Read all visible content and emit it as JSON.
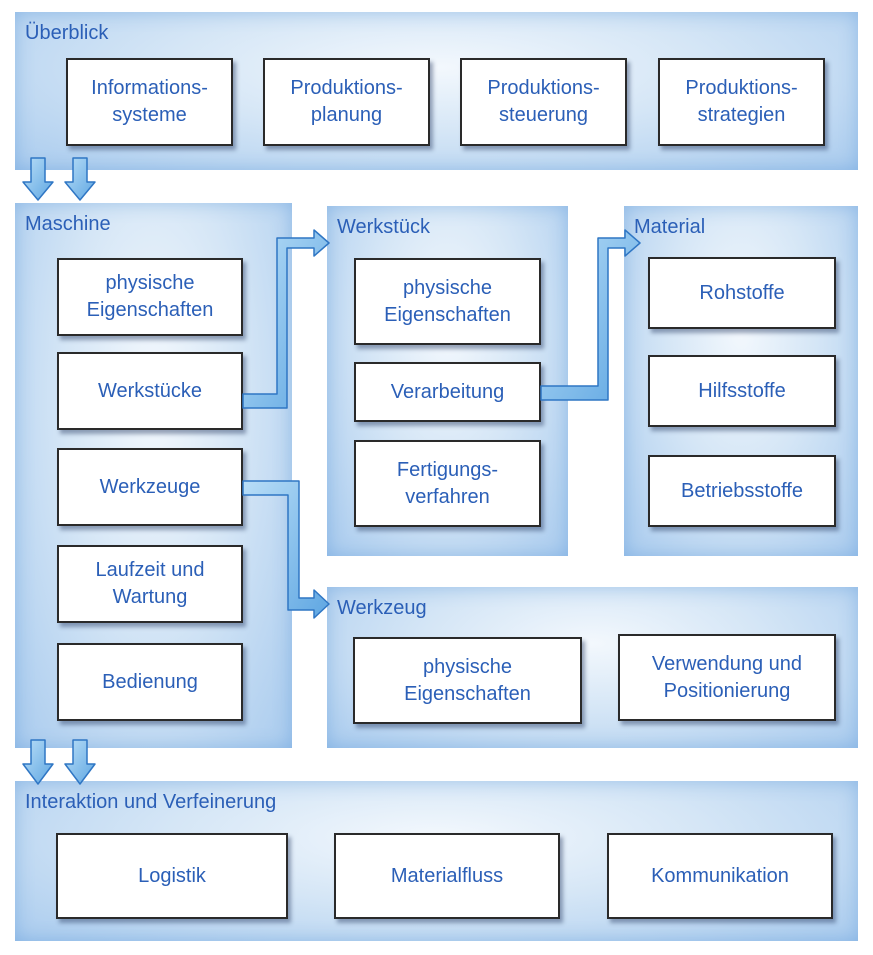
{
  "colors": {
    "text": "#2b5fb7",
    "arrow_fill": "#8cc3ee",
    "arrow_stroke": "#2f76c4",
    "box_border": "#2a2a2a"
  },
  "overview": {
    "title": "Überblick",
    "items": [
      "Informations-\nsysteme",
      "Produktions-\nplanung",
      "Produktions-\nsteuerung",
      "Produktions-\nstrategien"
    ]
  },
  "machine": {
    "title": "Maschine",
    "items": [
      "physische\nEigenschaften",
      "Werkstücke",
      "Werkzeuge",
      "Laufzeit und\nWartung",
      "Bedienung"
    ]
  },
  "workpiece": {
    "title": "Werkstück",
    "items": [
      "physische\nEigenschaften",
      "Verarbeitung",
      "Fertigungs-\nverfahren"
    ]
  },
  "material": {
    "title": "Material",
    "items": [
      "Rohstoffe",
      "Hilfsstoffe",
      "Betriebsstoffe"
    ]
  },
  "tool": {
    "title": "Werkzeug",
    "items": [
      "physische\nEigenschaften",
      "Verwendung und\nPositionierung"
    ]
  },
  "interaction": {
    "title": "Interaktion und Verfeinerung",
    "items": [
      "Logistik",
      "Materialfluss",
      "Kommunikation"
    ]
  }
}
